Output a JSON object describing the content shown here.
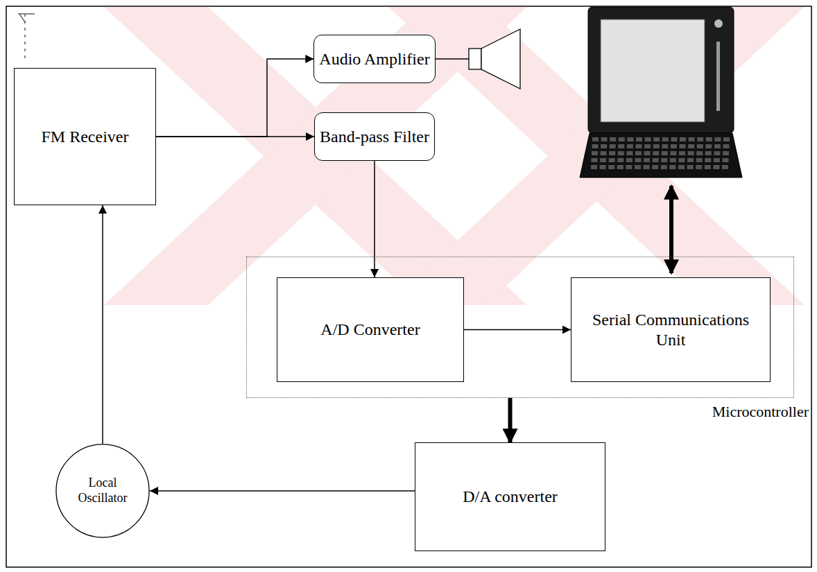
{
  "diagram": {
    "nodes": [
      {
        "text": [
          "FM Receiver"
        ]
      },
      {
        "text": [
          "Audio Amplifier"
        ]
      },
      {
        "text": [
          "Band-pass Filter"
        ]
      },
      {
        "text": [
          "Microcontroller"
        ]
      },
      {
        "text": [
          "A/D Converter"
        ],
        "in": 3
      },
      {
        "text": [
          "Serial Communications Unit"
        ],
        "in": 3
      },
      {
        "text": [
          "Local Oscillator"
        ]
      },
      {
        "text": [
          "D/A converter"
        ]
      }
    ],
    "edges": [
      {
        "from": 0,
        "to": 1,
        "arrow": "to"
      },
      {
        "from": 0,
        "to": 2,
        "arrow": "to"
      },
      {
        "from": 2,
        "to": 4,
        "arrow": "to"
      },
      {
        "from": 4,
        "to": 5,
        "arrow": "to"
      },
      {
        "from": 3,
        "to": 7,
        "arrow": "to"
      },
      {
        "from": 7,
        "to": 6,
        "arrow": "to"
      },
      {
        "from": 6,
        "to": 0,
        "arrow": "to"
      }
    ]
  }
}
